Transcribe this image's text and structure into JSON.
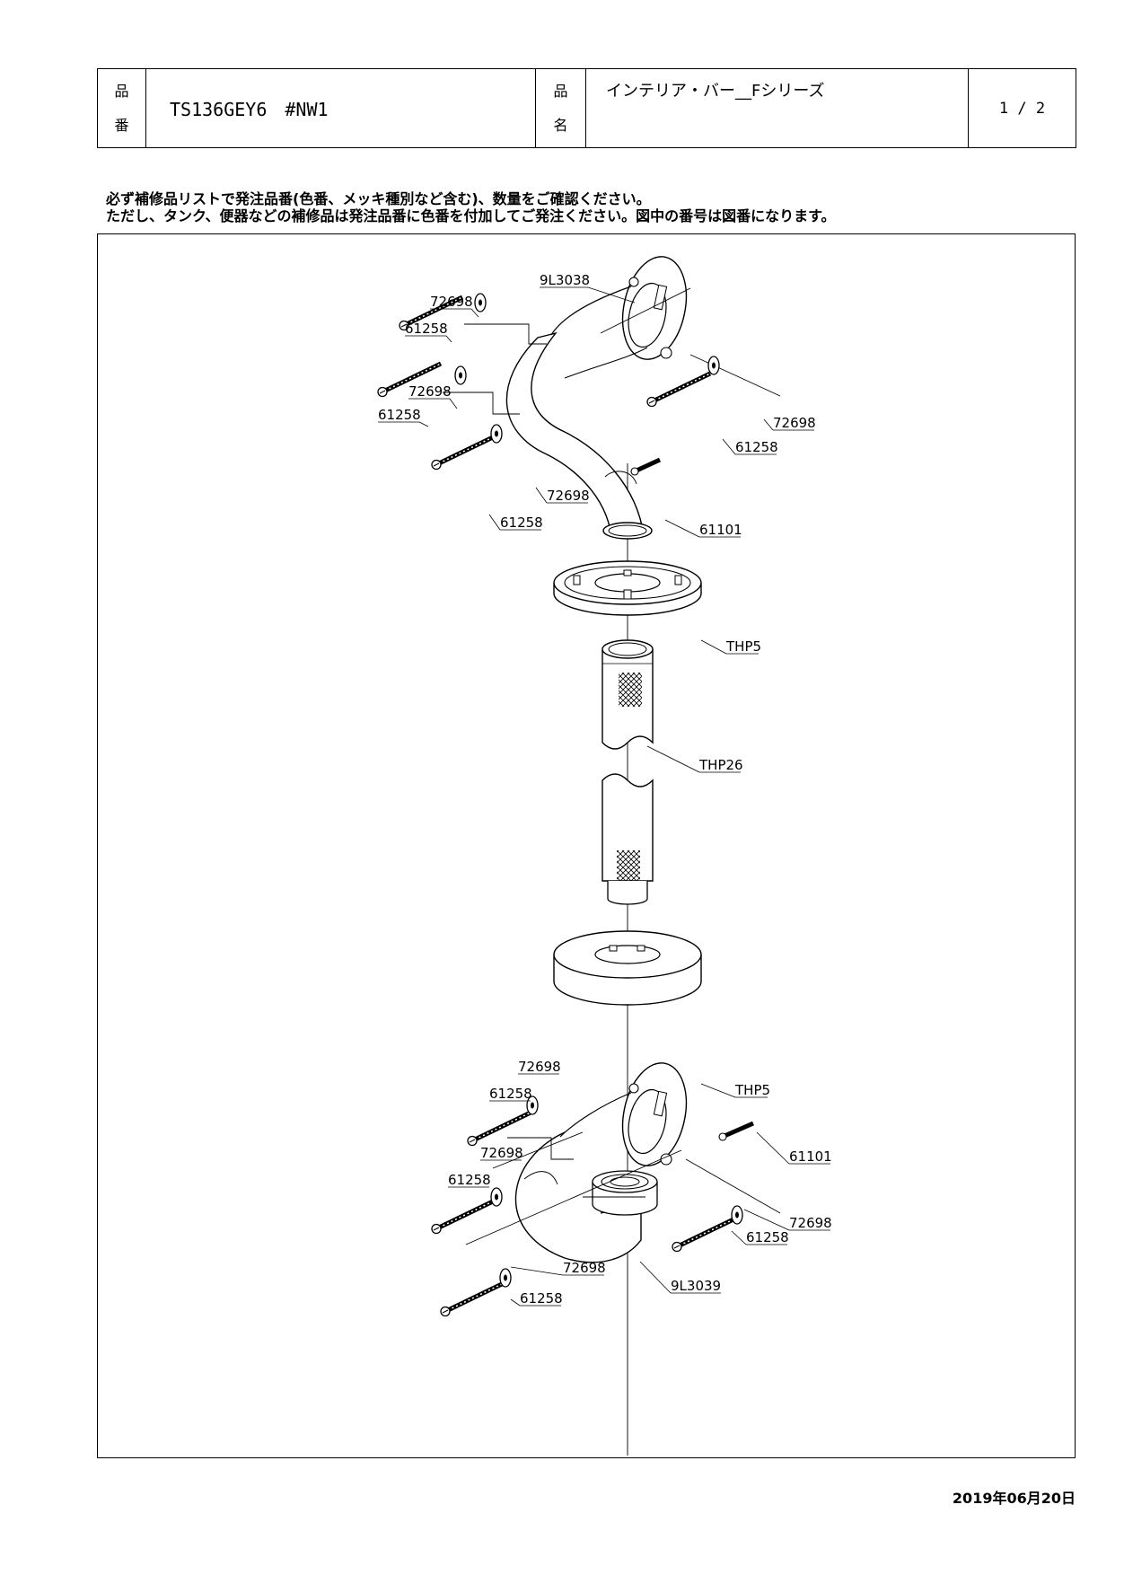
{
  "header": {
    "code_label_top": "品",
    "code_label_bottom": "番",
    "product_code": "TS136GEY6　#NW1",
    "name_label_top": "品",
    "name_label_bottom": "名",
    "product_name": "インテリア・バー__Fシリーズ",
    "page_indicator": "1 / 2"
  },
  "notice": {
    "line1": "必ず補修品リストで発注品番(色番、メッキ種別など含む)、数量をご確認ください。",
    "line2": "ただし、タンク、便器などの補修品は発注品番に色番を付加してご発注ください。図中の番号は図番になります。"
  },
  "parts": {
    "bracket_top": "9L3038",
    "bracket_bottom": "9L3039",
    "washer": "72698",
    "screw": "61258",
    "set_screw": "61101",
    "flange_cover": "THP5",
    "bar": "THP26"
  },
  "footer": {
    "date": "2019年06月20日"
  }
}
